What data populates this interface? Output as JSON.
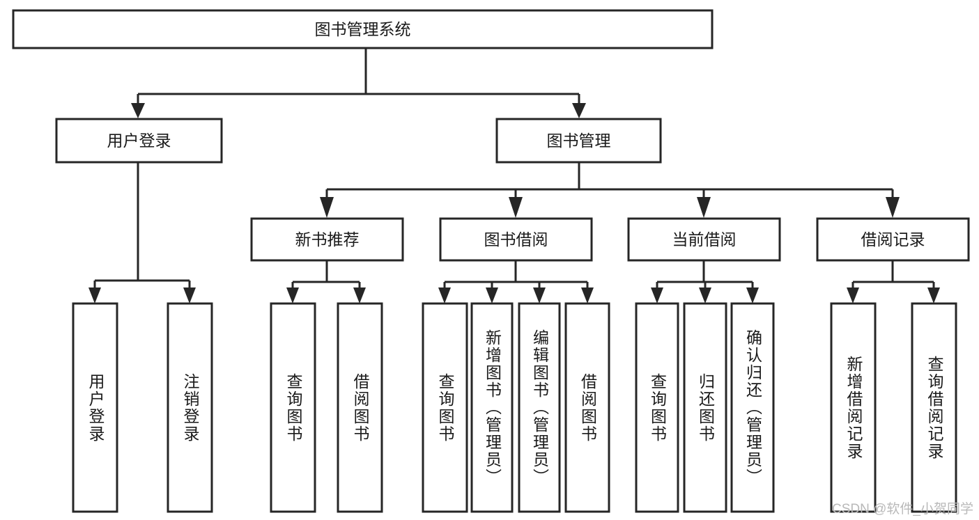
{
  "diagram": {
    "type": "tree-hierarchy-chart",
    "title": "图书管理系统",
    "orientation": "top-down",
    "colors": {
      "box_stroke": "#262626",
      "box_fill": "#ffffff",
      "connector": "#262626",
      "text": "#1a1a1a",
      "watermark": "#b9b9b9",
      "background": "#ffffff"
    },
    "levels": {
      "root": {
        "label": "图书管理系统",
        "orientation": "horizontal"
      },
      "level1": [
        {
          "label": "用户登录",
          "orientation": "horizontal"
        },
        {
          "label": "图书管理",
          "orientation": "horizontal"
        }
      ],
      "level2": [
        {
          "label": "新书推荐",
          "orientation": "horizontal",
          "parent": "图书管理"
        },
        {
          "label": "图书借阅",
          "orientation": "horizontal",
          "parent": "图书管理"
        },
        {
          "label": "当前借阅",
          "orientation": "horizontal",
          "parent": "图书管理"
        },
        {
          "label": "借阅记录",
          "orientation": "horizontal",
          "parent": "图书管理"
        }
      ],
      "leaves": [
        {
          "label": "用户登录",
          "orientation": "vertical",
          "parent": "用户登录"
        },
        {
          "label": "注销登录",
          "orientation": "vertical",
          "parent": "用户登录"
        },
        {
          "label": "查询图书",
          "orientation": "vertical",
          "parent": "新书推荐"
        },
        {
          "label": "借阅图书",
          "orientation": "vertical",
          "parent": "新书推荐"
        },
        {
          "label": "查询图书",
          "orientation": "vertical",
          "parent": "图书借阅"
        },
        {
          "label": "新增图书（管理员）",
          "orientation": "vertical",
          "parent": "图书借阅"
        },
        {
          "label": "编辑图书（管理员）",
          "orientation": "vertical",
          "parent": "图书借阅"
        },
        {
          "label": "借阅图书",
          "orientation": "vertical",
          "parent": "图书借阅"
        },
        {
          "label": "查询图书",
          "orientation": "vertical",
          "parent": "当前借阅"
        },
        {
          "label": "归还图书",
          "orientation": "vertical",
          "parent": "当前借阅"
        },
        {
          "label": "确认归还（管理员）",
          "orientation": "vertical",
          "parent": "当前借阅"
        },
        {
          "label": "新增借阅记录",
          "orientation": "vertical",
          "parent": "借阅记录"
        },
        {
          "label": "查询借阅记录",
          "orientation": "vertical",
          "parent": "借阅记录"
        }
      ]
    }
  },
  "watermark": {
    "text": "CSDN @软件_小贺同学"
  }
}
